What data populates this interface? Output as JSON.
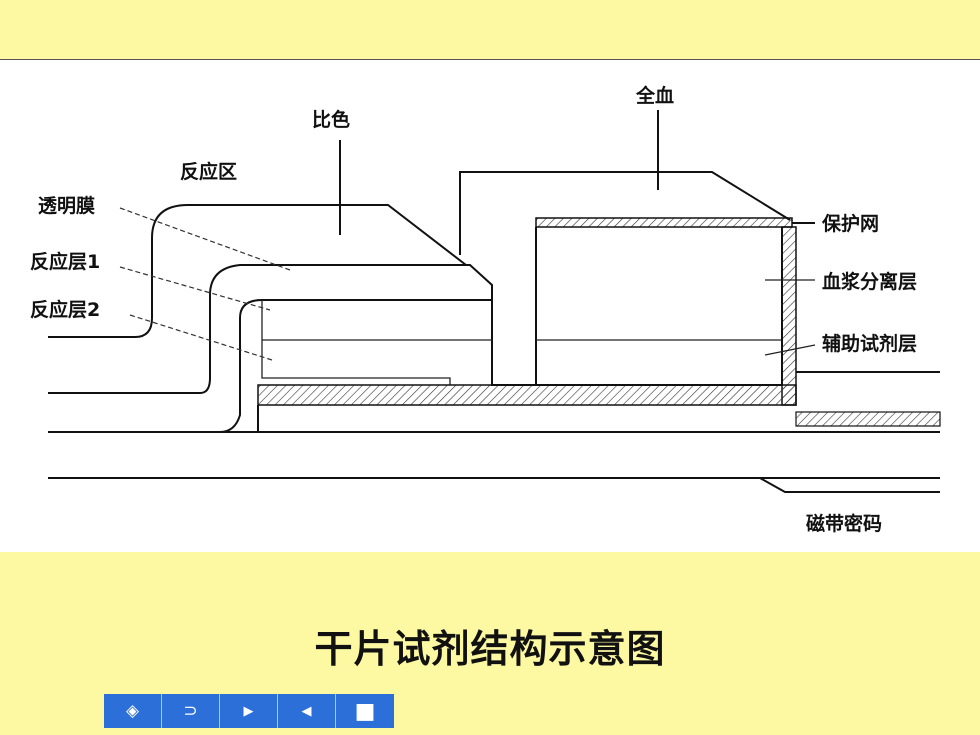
{
  "diagram": {
    "labels": {
      "colorimetric": "比色",
      "reaction_zone": "反应区",
      "whole_blood": "全血",
      "membrane": "透明膜",
      "reaction_layer_1": "反应层1",
      "reaction_layer_2": "反应层2",
      "protective_mesh": "保护网",
      "plasma_separation": "血浆分离层",
      "auxiliary_reagent": "辅助试剂层",
      "magnetic_code": "磁带密码"
    }
  },
  "caption": "干片试剂结构示意图",
  "nav": {
    "buttons": [
      {
        "name": "home-icon",
        "glyph": "◈"
      },
      {
        "name": "return-icon",
        "glyph": "⊃"
      },
      {
        "name": "next-icon",
        "glyph": "▶"
      },
      {
        "name": "previous-icon",
        "glyph": "◀"
      },
      {
        "name": "stop-icon",
        "glyph": "■"
      }
    ]
  },
  "colors": {
    "background": "#fdf8a2",
    "panel": "#ffffff",
    "nav_button": "#2c6fd8"
  }
}
